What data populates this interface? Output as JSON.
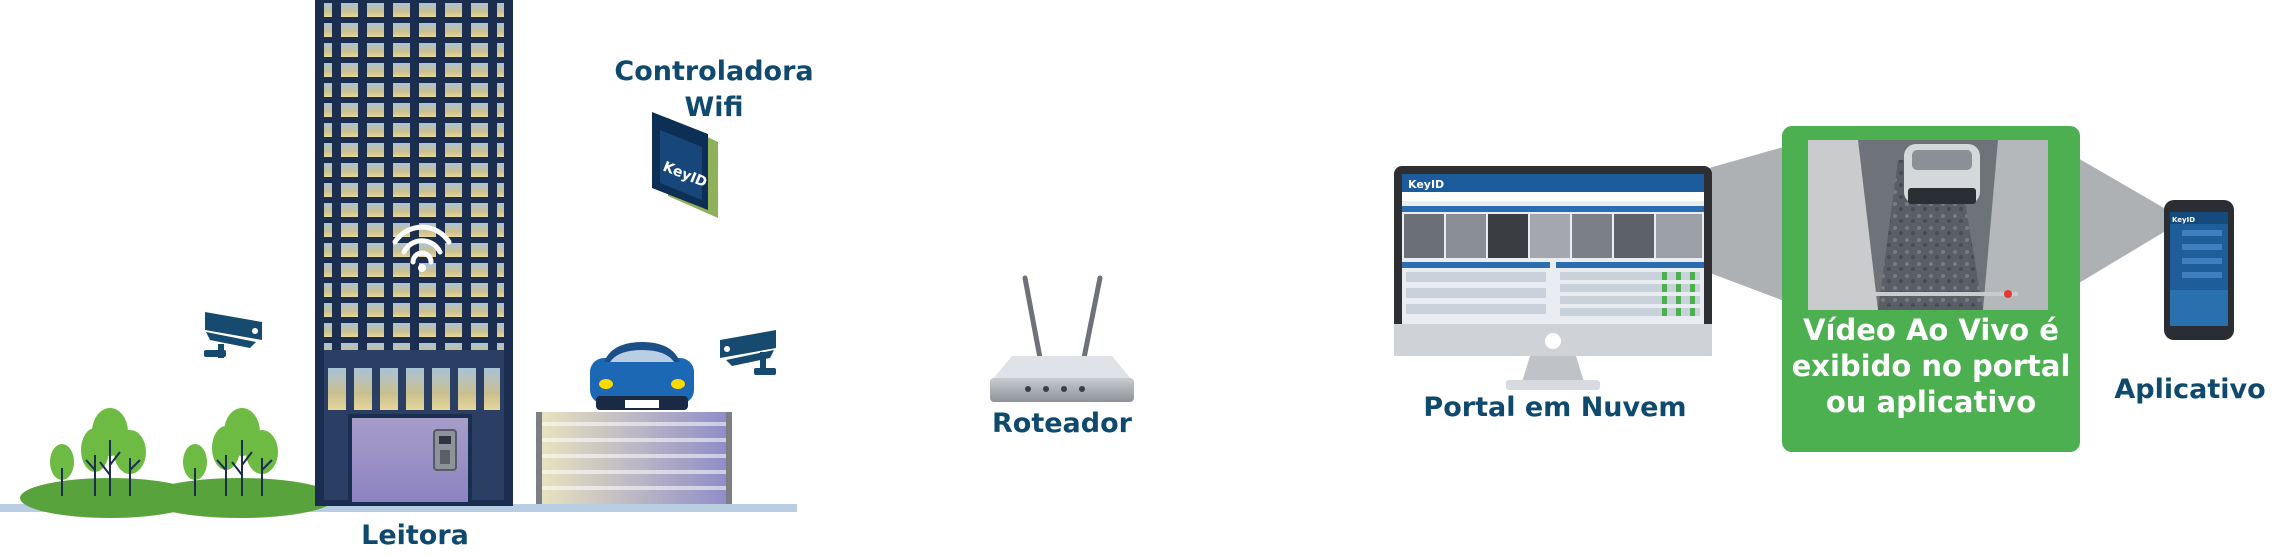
{
  "labels": {
    "leitora": "Leitora",
    "controladora_line1": "Controladora",
    "controladora_line2": "Wifi",
    "roteador": "Roteador",
    "portal": "Portal em Nuvem",
    "aplicativo": "Aplicativo",
    "video_line1": "Vídeo Ao Vivo é",
    "video_line2": "exibido no portal",
    "video_line3": "ou aplicativo"
  },
  "logos": {
    "keyid": "KeyID"
  },
  "colors": {
    "navy": "#0f4a6e",
    "green": "#4caf50",
    "building": "#1c2e4f",
    "ground": "#b9cde3"
  }
}
